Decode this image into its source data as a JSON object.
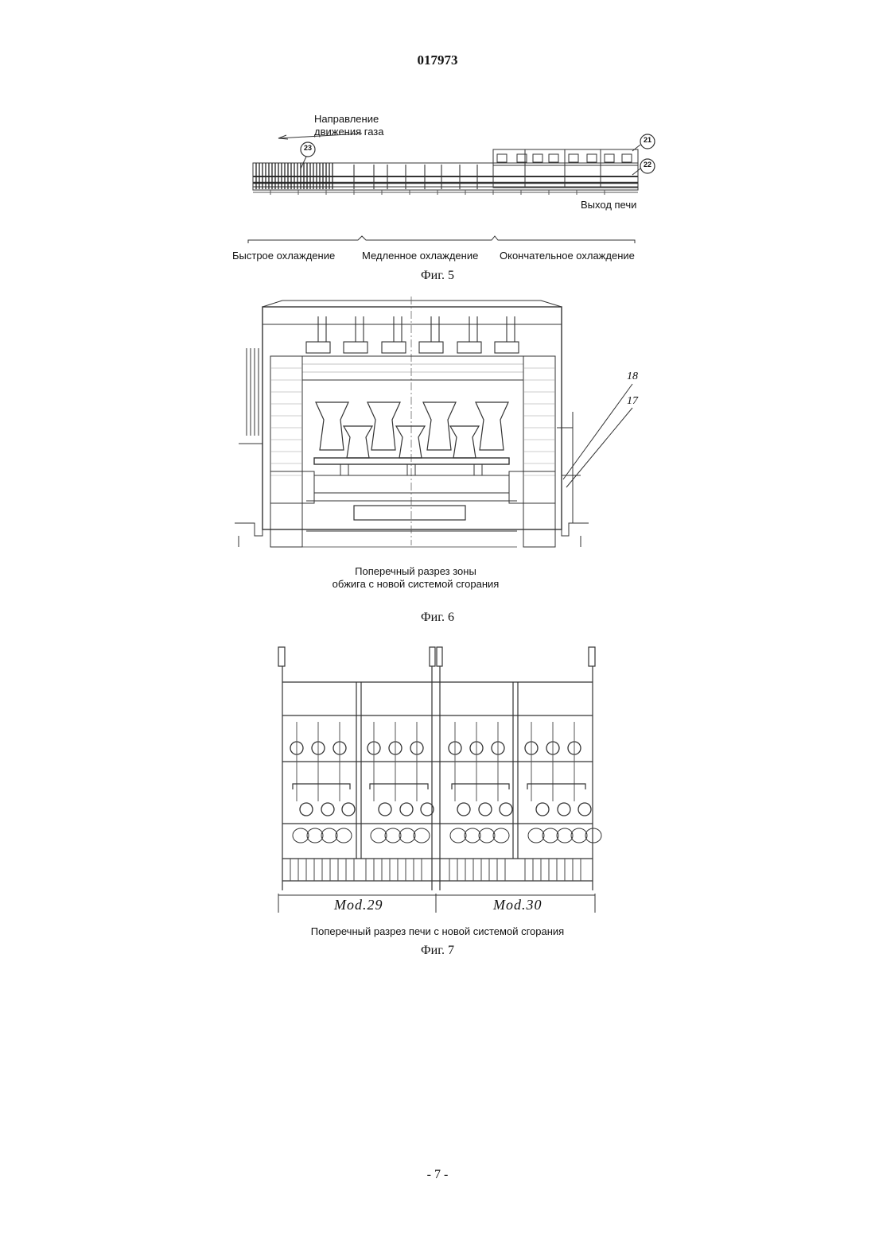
{
  "document": {
    "number": "017973",
    "page_number": "- 7 -"
  },
  "figure5": {
    "gas_direction_label_line1": "Направление",
    "gas_direction_label_line2": "движения газа",
    "callouts": [
      "23",
      "21",
      "22"
    ],
    "kiln_exit_label": "Выход печи",
    "zones": [
      "Быстрое охлаждение",
      "Медленное охлаждение",
      "Окончательное охлаждение"
    ],
    "caption": "Фиг. 5"
  },
  "figure6": {
    "callouts": [
      "18",
      "17"
    ],
    "title_line1": "Поперечный разрез зоны",
    "title_line2": "обжига с новой системой сгорания",
    "caption": "Фиг. 6"
  },
  "figure7": {
    "module_labels": [
      "Mod.29",
      "Mod.30"
    ],
    "title": "Поперечный разрез печи с новой системой сгорания",
    "caption": "Фиг. 7"
  }
}
